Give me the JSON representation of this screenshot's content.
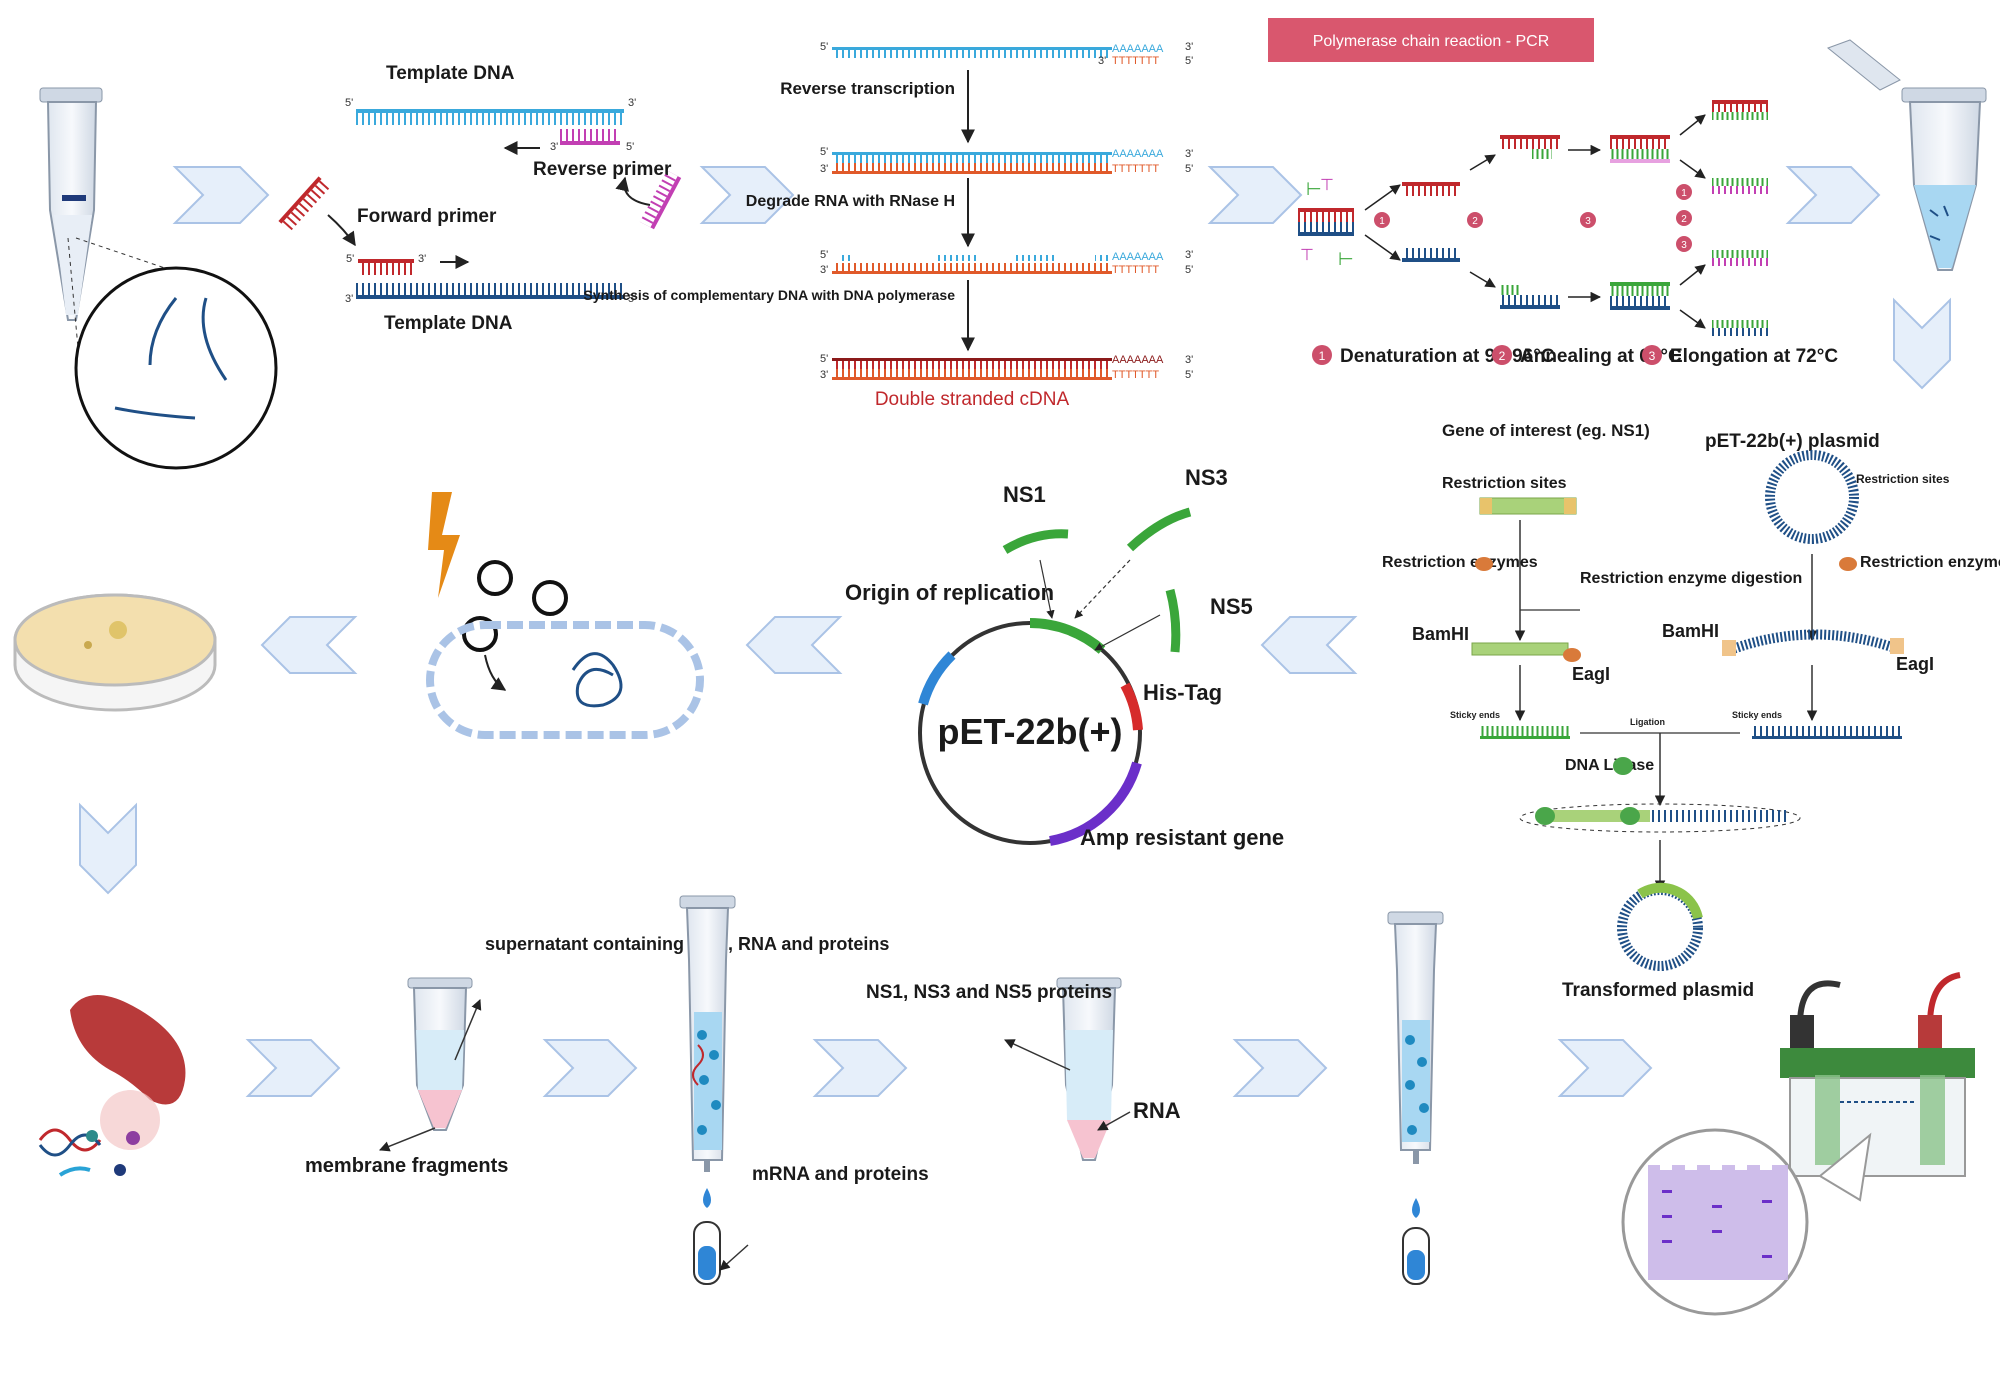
{
  "colors": {
    "cyan_dna": "#3aa9dc",
    "navy_dna": "#1f4f86",
    "red_dna": "#c0282c",
    "orange_dna": "#e05a2a",
    "magenta": "#c23fb3",
    "green_dna": "#3aa63a",
    "chevron_fill": "#e6effa",
    "chevron_stroke": "#aac3e6",
    "pcr_banner": "#d9576e",
    "step_circle": "#cc4f6b",
    "pet_blue": "#2f86d6",
    "pet_red": "#d62b2b",
    "pet_purple": "#6b2fc9",
    "pet_green": "#3aa63a"
  },
  "section1": {
    "template_top": "Template DNA",
    "template_bottom": "Template DNA",
    "forward_primer": "Forward primer",
    "reverse_primer": "Reverse primer",
    "p5": "5'",
    "p3": "3'"
  },
  "section2": {
    "reverse_transcription": "Reverse transcription",
    "degrade_rna": "Degrade RNA with RNase H",
    "synthesis": "Synthesis of complementary DNA with DNA polymerase",
    "double_stranded": "Double stranded cDNA",
    "polyA": "AAAAAAA",
    "polyT": "TTTTTTT"
  },
  "pcr": {
    "banner": "Polymerase chain reaction - PCR",
    "step1": "Denaturation at 95-96°C",
    "step2": "Annealing at 68°C",
    "step3": "Elongation at 72°C",
    "n1": "1",
    "n2": "2",
    "n3": "3"
  },
  "cloning": {
    "gene_of_interest": "Gene of interest (eg. NS1)",
    "restriction_sites": "Restriction sites",
    "restriction_sites_plasmid": "Restriction sites",
    "plasmid_title": "pET-22b(+) plasmid",
    "restriction_enzymes_left": "Restriction enzymes",
    "restriction_enzymes_right": "Restriction enzymes",
    "digestion": "Restriction enzyme digestion",
    "bamhi_left": "BamHI",
    "bamhi_right": "BamHI",
    "eagi_left": "EagI",
    "eagi_right": "EagI",
    "sticky_left": "Sticky ends",
    "sticky_right": "Sticky ends",
    "ligation": "Ligation",
    "dna_ligase": "DNA Ligase",
    "transformed": "Transformed plasmid"
  },
  "pet": {
    "name": "pET-22b(+)",
    "ns1": "NS1",
    "ns3": "NS3",
    "ns5": "NS5",
    "origin": "Origin of replication",
    "histag": "His-Tag",
    "amp": "Amp resistant gene"
  },
  "bottom": {
    "supernatant": "supernatant containing DNA, RNA and proteins",
    "membrane": "membrane fragments",
    "mrna_proteins": "mRNA and proteins",
    "ns_proteins": "NS1, NS3 and NS5 proteins",
    "rna": "RNA"
  }
}
